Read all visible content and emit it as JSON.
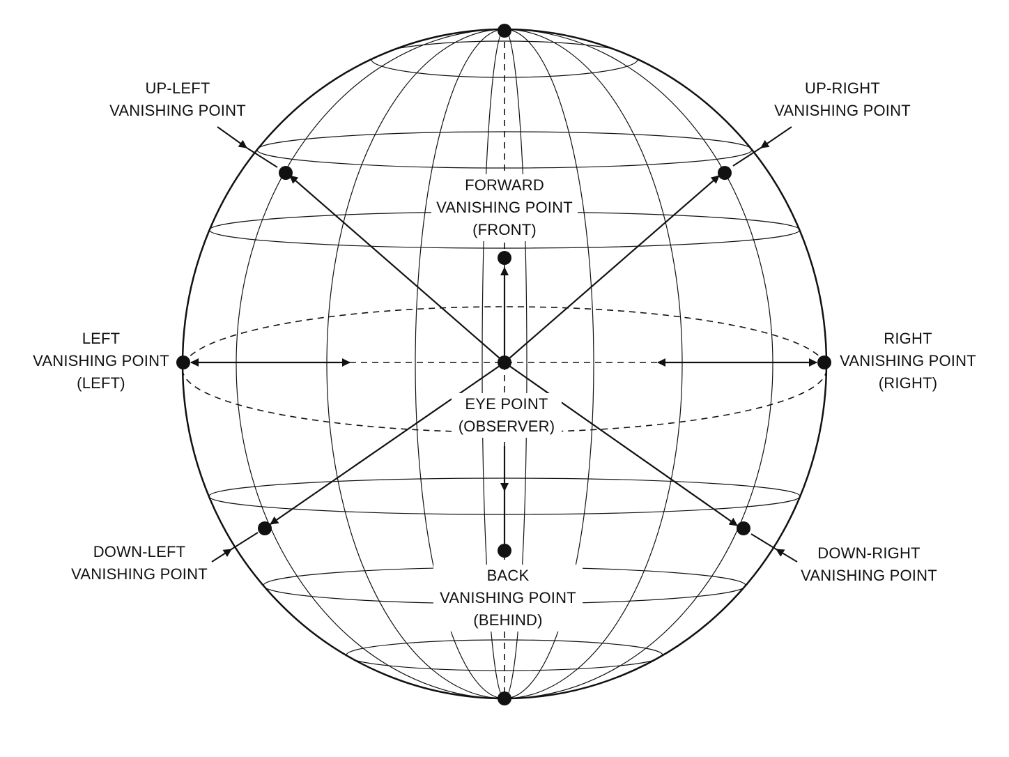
{
  "labels": {
    "up_left": [
      "UP-LEFT",
      "VANISHING POINT"
    ],
    "up_right": [
      "UP-RIGHT",
      "VANISHING POINT"
    ],
    "forward": [
      "FORWARD",
      "VANISHING POINT",
      "(FRONT)"
    ],
    "left": [
      "LEFT",
      "VANISHING POINT",
      "(LEFT)"
    ],
    "right": [
      "RIGHT",
      "VANISHING POINT",
      "(RIGHT)"
    ],
    "eye": [
      "EYE POINT",
      "(OBSERVER)"
    ],
    "down_left": [
      "DOWN-LEFT",
      "VANISHING POINT"
    ],
    "down_right": [
      "DOWN-RIGHT",
      "VANISHING POINT"
    ],
    "back": [
      "BACK",
      "VANISHING POINT",
      "(BEHIND)"
    ]
  },
  "colors": {
    "line": "#111111",
    "background": "#ffffff"
  }
}
